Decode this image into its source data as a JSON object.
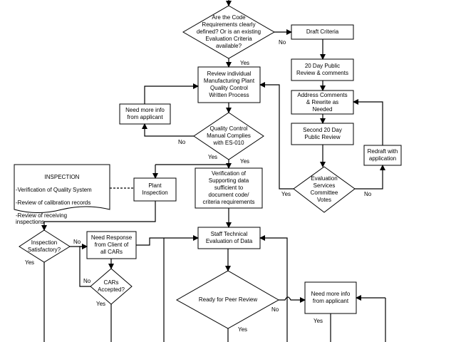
{
  "nodes": {
    "code_requirements": "Are the Code\nRequirements clearly\ndefined? Or is an existing\nEvaluation Criteria\navailable?",
    "draft_criteria": "Draft Criteria",
    "public_review_1": "20 Day Public\nReview & comments",
    "address_comments": "Address Comments\n& Rewrite as\nNeeded",
    "public_review_2": "Second 20 Day\nPublic Review",
    "committee_votes": "Evaluation\nServices\nCommittee\nVotes",
    "redraft": "Redraft with\napplication",
    "review_plant": "Review individual\nManufacturing Plant\nQuality Control\nWritten Process",
    "need_info_1": "Need more info\nfrom applicant",
    "qc_complies": "Quality Control\nManual Complies\nwith ES-010",
    "plant_inspection": "Plant\nInspection",
    "verification": "Verification of\nSupporting data\nsufficient to\ndocument code/\ncriteria requirements",
    "inspection_satisfactory": "Inspection\nSatisfactory?",
    "need_response": "Need Response\nfrom Client of\nall CARs",
    "cars_accepted": "CARs\nAccepted?",
    "staff_technical": "Staff Technical\nEvaluation of Data",
    "peer_review": "Ready for Peer Review",
    "need_info_2": "Need more info\nfrom applicant"
  },
  "inspection_doc": {
    "title": "INSPECTION",
    "lines": [
      "-Verification of Quality System",
      "-Review of calibration records",
      "-Review of receiving\n  inspections"
    ]
  },
  "edge_labels": {
    "code_no": "No",
    "code_yes": "Yes",
    "qc_no": "No",
    "qc_yes_1": "Yes",
    "qc_yes_2": "Yes",
    "votes_yes": "Yes",
    "votes_no": "No",
    "insp_no": "No",
    "insp_yes": "Yes",
    "cars_no": "No",
    "cars_yes": "Yes",
    "peer_no": "No",
    "peer_yes": "Yes",
    "info2_yes": "Yes"
  }
}
